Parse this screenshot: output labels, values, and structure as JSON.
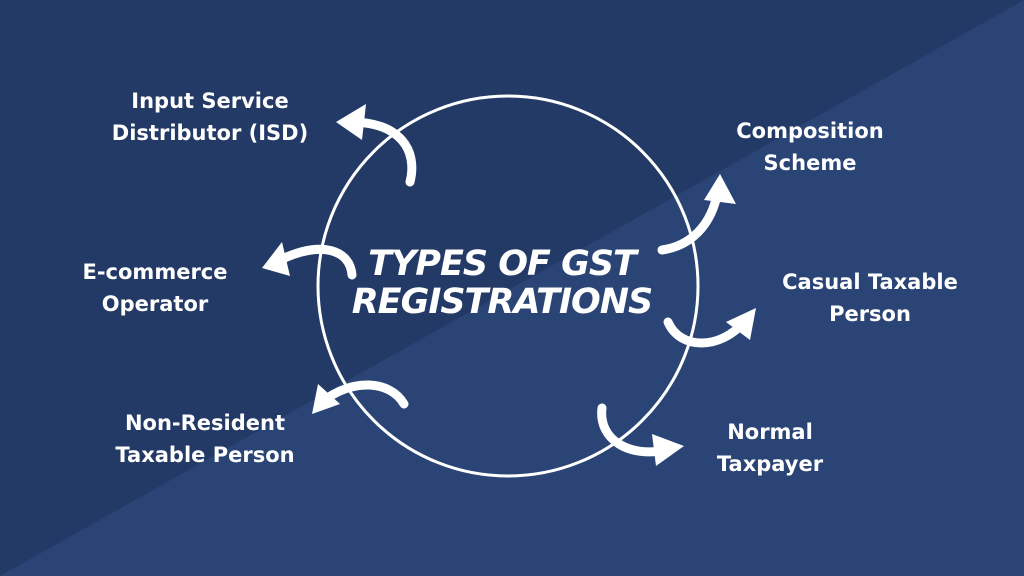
{
  "title": {
    "line1": "TYPES OF GST",
    "line2": "REGISTRATIONS"
  },
  "nodes": [
    {
      "id": "isd",
      "lines": [
        "Input Service",
        "Distributor (ISD)"
      ]
    },
    {
      "id": "composition",
      "lines": [
        "Composition",
        "Scheme"
      ]
    },
    {
      "id": "ecommerce",
      "lines": [
        "E-commerce",
        "Operator"
      ]
    },
    {
      "id": "casual",
      "lines": [
        "Casual Taxable",
        "Person"
      ]
    },
    {
      "id": "nonresident",
      "lines": [
        "Non-Resident",
        "Taxable Person"
      ]
    },
    {
      "id": "normal",
      "lines": [
        "Normal",
        "Taxpayer"
      ]
    }
  ],
  "colors": {
    "background": "#233a66",
    "background_light": "#2a4476",
    "foreground": "#ffffff"
  }
}
